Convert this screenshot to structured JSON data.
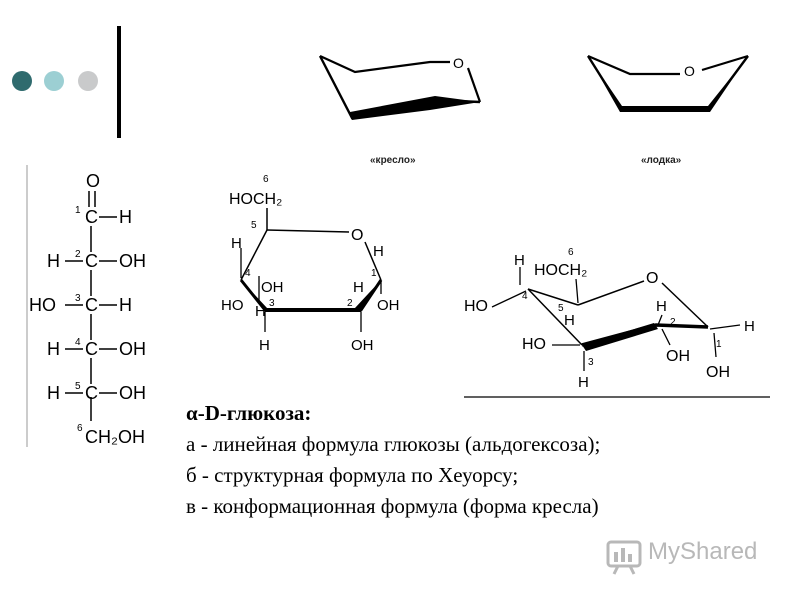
{
  "decor": {
    "dot_colors": [
      "#2f6b6e",
      "#9ccfd3",
      "#c9cacb"
    ]
  },
  "conformations": {
    "chair_label": "«кресло»",
    "boat_label": "«лодка»",
    "ring_oxygen": "O"
  },
  "linear_formula": {
    "top_oxygen": "O",
    "rows": [
      {
        "num": "1",
        "left": "",
        "center": "C",
        "right": "H"
      },
      {
        "num": "2",
        "left": "H",
        "center": "C",
        "right": "OH"
      },
      {
        "num": "3",
        "left": "HO",
        "center": "C",
        "right": "H"
      },
      {
        "num": "4",
        "left": "H",
        "center": "C",
        "right": "OH"
      },
      {
        "num": "5",
        "left": "H",
        "center": "C",
        "right": "OH"
      }
    ],
    "bottom_num": "6",
    "bottom_group": "CH₂OH"
  },
  "haworth": {
    "top_num": "6",
    "top_group": "HOCH₂",
    "ring_oxygen": "O",
    "c5_num": "5",
    "c4_num": "4",
    "c3_num": "3",
    "c2_num": "2",
    "c1_num": "1",
    "h": "H",
    "oh": "OH",
    "ho": "HO"
  },
  "chair_formula": {
    "top_num": "6",
    "top_group": "HOCH₂",
    "ring_oxygen": "O",
    "c5_num": "5",
    "c4_num": "4",
    "c3_num": "3",
    "c2_num": "2",
    "c1_num": "1",
    "h": "H",
    "oh": "OH",
    "ho": "HO"
  },
  "caption": {
    "title": "α-D-глюкоза:",
    "line_a": "а - линейная формула глюкозы (альдогексоза);",
    "line_b": "б - структурная формула по Хеуорсу;",
    "line_c": "в - конформационная формула (форма кресла)"
  },
  "watermark": {
    "text": "MyShared"
  }
}
